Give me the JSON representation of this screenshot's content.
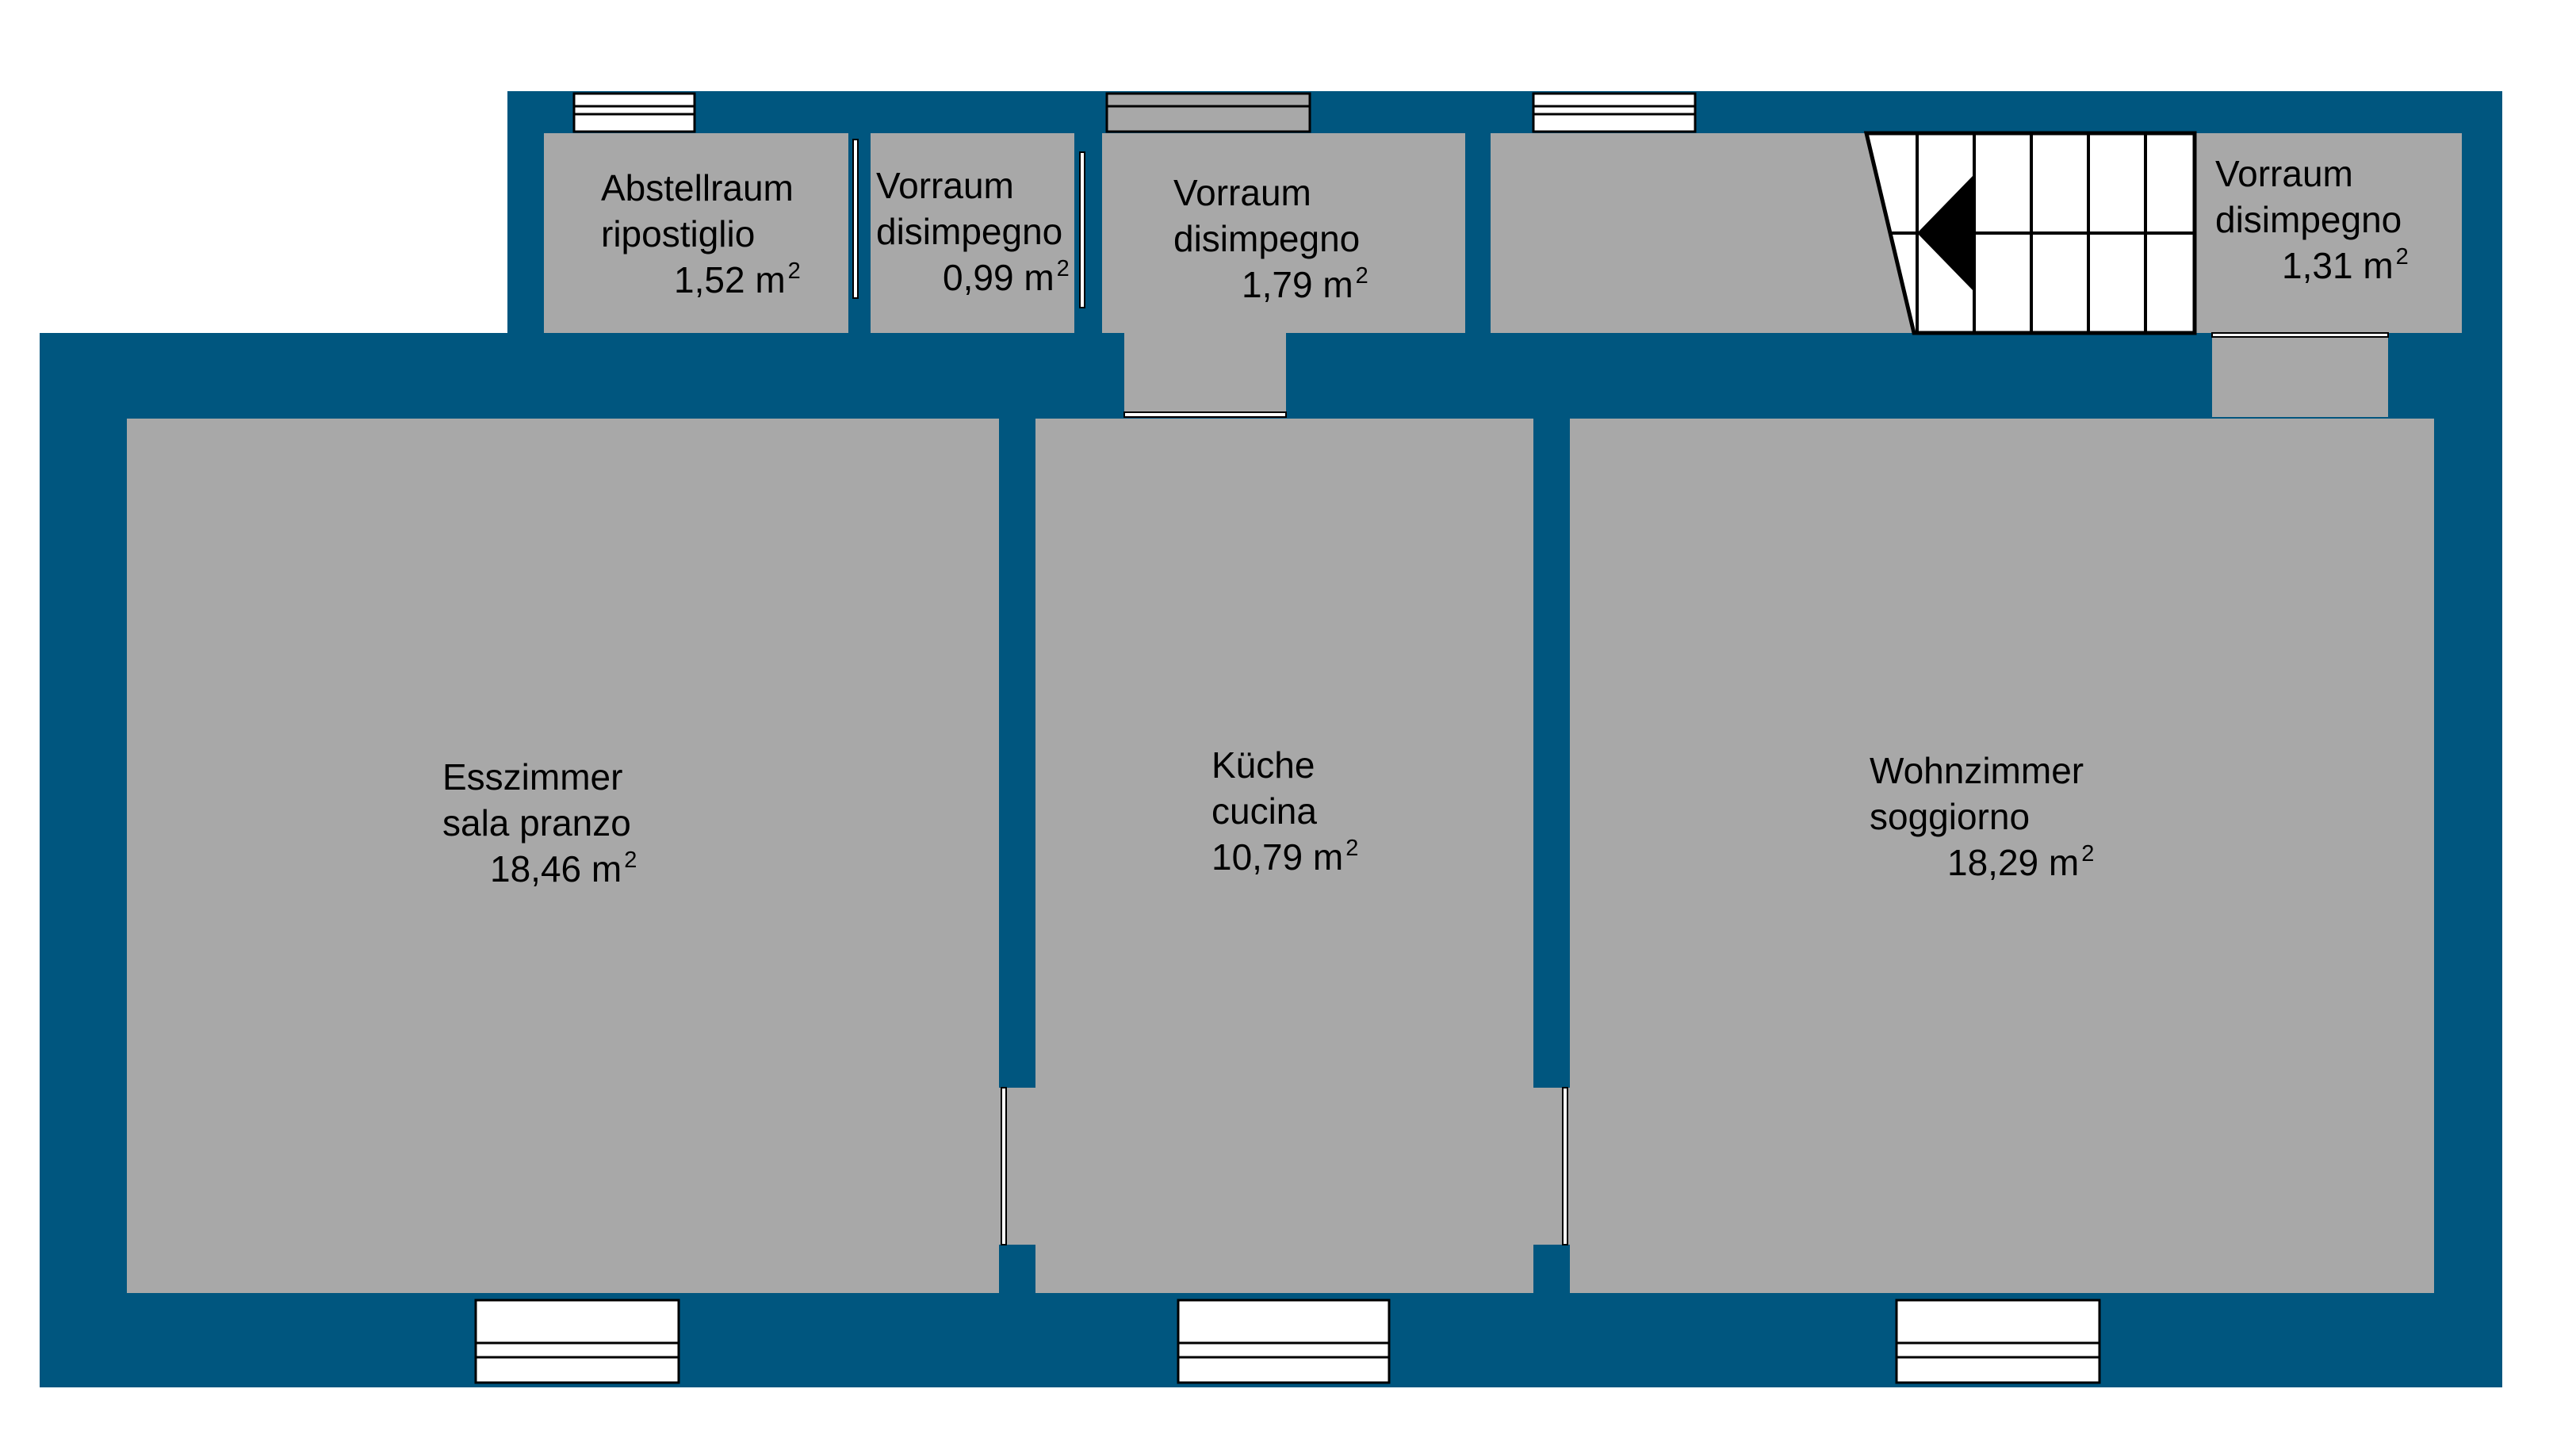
{
  "colors": {
    "wall": "#00567f",
    "floor": "#a8a8a8",
    "window": "#ffffff",
    "stair_line": "#000000",
    "background": "#ffffff"
  },
  "rooms": [
    {
      "id": "abstellraum",
      "lines": [
        "Abstellraum",
        "ripostiglio"
      ],
      "area": "1,52",
      "unit": "m",
      "exp": "2"
    },
    {
      "id": "vorraum-1",
      "lines": [
        "Vorraum",
        "disimpegno"
      ],
      "area": "0,99",
      "unit": "m",
      "exp": "2"
    },
    {
      "id": "vorraum-2",
      "lines": [
        "Vorraum",
        "disimpegno"
      ],
      "area": "1,79",
      "unit": "m",
      "exp": "2"
    },
    {
      "id": "vorraum-3",
      "lines": [
        "Vorraum",
        "disimpegno"
      ],
      "area": "1,31",
      "unit": "m",
      "exp": "2"
    },
    {
      "id": "esszimmer",
      "lines": [
        "Esszimmer",
        "sala pranzo"
      ],
      "area": "18,46",
      "unit": "m",
      "exp": "2"
    },
    {
      "id": "kueche",
      "lines": [
        "Küche",
        "cucina"
      ],
      "area": "10,79",
      "unit": "m",
      "exp": "2"
    },
    {
      "id": "wohnzimmer",
      "lines": [
        "Wohnzimmer",
        "soggiorno"
      ],
      "area": "18,29",
      "unit": "m",
      "exp": "2"
    }
  ],
  "icons": {
    "stair_direction": "stair-direction-arrow-icon"
  }
}
